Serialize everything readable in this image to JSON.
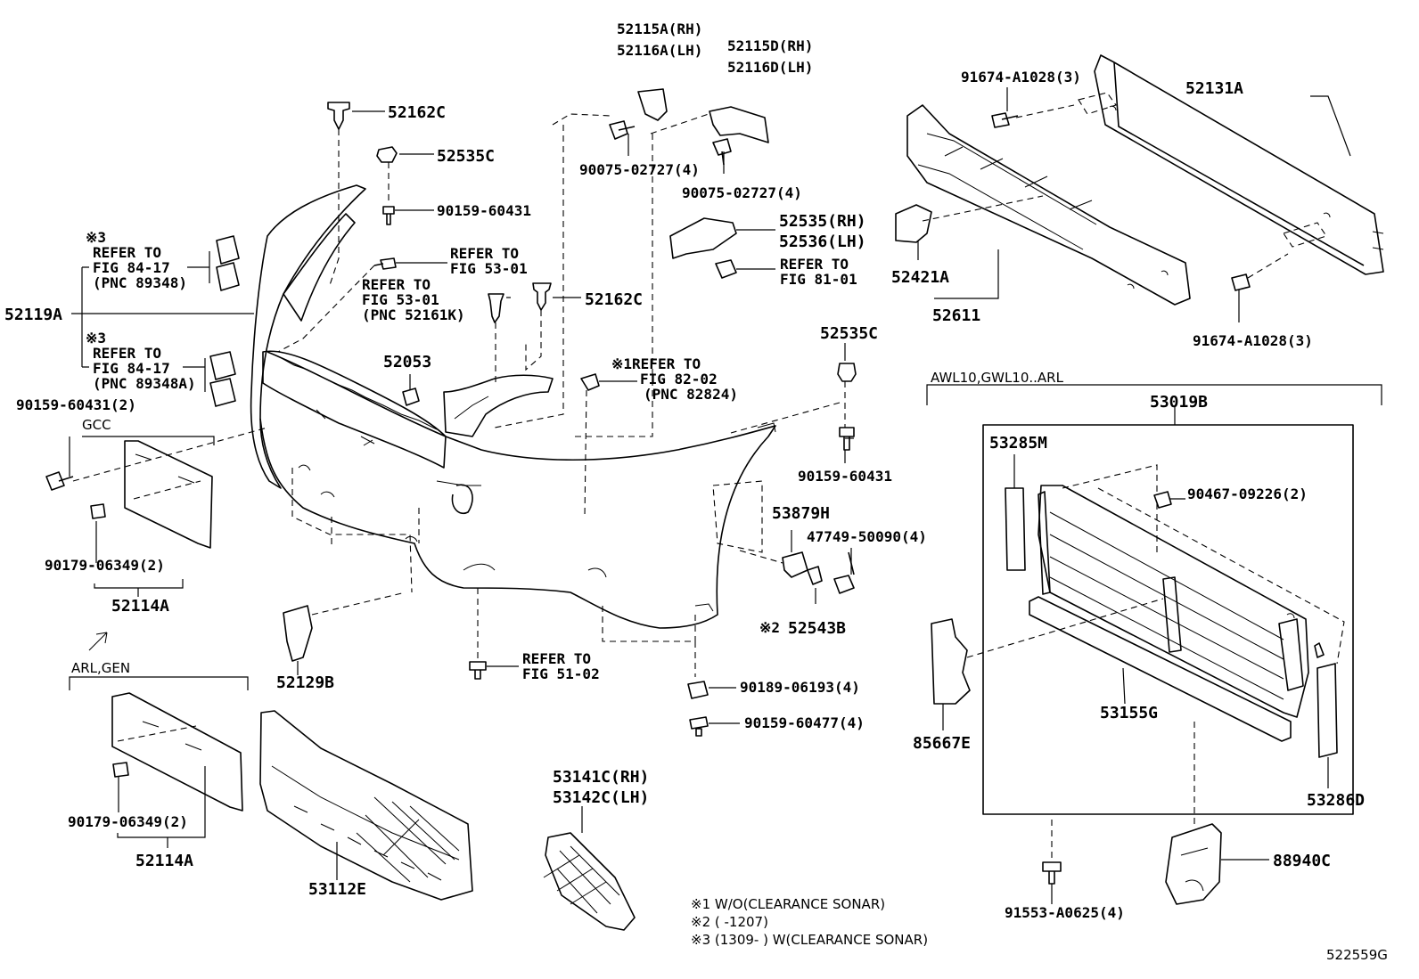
{
  "labels": {
    "p52115a": "52115A(RH)",
    "p52116a": "52116A(LH)",
    "p52115d": "52115D(RH)",
    "p52116d": "52116D(LH)",
    "p52162c_top": "52162C",
    "p52535c_top": "52535C",
    "p90159_top": "90159-60431",
    "p90075_a": "90075-02727(4)",
    "p90075_b": "90075-02727(4)",
    "p91674_top": "91674-A1028(3)",
    "p52131a": "52131A",
    "p52535_rh": "52535(RH)",
    "p52536_lh": "52536(LH)",
    "ref_81_l1": "REFER TO",
    "ref_81_l2": "FIG 81-01",
    "p52421a": "52421A",
    "p52611": "52611",
    "p91674_bot": "91674-A1028(3)",
    "note3_a": "※3",
    "ref_84a_l1": "REFER TO",
    "ref_84a_l2": "FIG 84-17",
    "ref_84a_l3": "(PNC 89348)",
    "p52119a": "52119A",
    "note3_b": "※3",
    "ref_84b_l1": "REFER TO",
    "ref_84b_l2": "FIG 84-17",
    "ref_84b_l3": "(PNC 89348A)",
    "ref_53a_l1": "REFER TO",
    "ref_53a_l2": "FIG 53-01",
    "ref_53b_l1": "REFER TO",
    "ref_53b_l2": "FIG 53-01",
    "ref_53b_l3": "(PNC 52161K)",
    "p52162c_mid": "52162C",
    "p52053": "52053",
    "ref_82_l1": "※1REFER TO",
    "ref_82_l2": "FIG 82-02",
    "ref_82_l3": "(PNC 82824)",
    "p52535c_mid": "52535C",
    "p90159_2": "90159-60431(2)",
    "gcc": "GCC",
    "p90159_mid": "90159-60431",
    "p53879h": "53879H",
    "p47749": "47749-50090(4)",
    "p90179_a": "90179-06349(2)",
    "p52114a_a": "52114A",
    "note2": "※2",
    "p52543b": "52543B",
    "awl_header": "AWL10,GWL10..ARL",
    "p53019b": "53019B",
    "p53285m": "53285M",
    "p90467": "90467-09226(2)",
    "arl_header": "ARL,GEN",
    "p52129b": "52129B",
    "ref_51_l1": "REFER TO",
    "ref_51_l2": "FIG 51-02",
    "p90189": "90189-06193(4)",
    "p90159_477": "90159-60477(4)",
    "p85667e": "85667E",
    "p53155g": "53155G",
    "p53286d": "53286D",
    "p90179_b": "90179-06349(2)",
    "p52114a_b": "52114A",
    "p53112e": "53112E",
    "p53141c": "53141C(RH)",
    "p53142c": "53142C(LH)",
    "p88940c": "88940C",
    "p91553": "91553-A0625(4)",
    "fn1": "※1 W/O(CLEARANCE SONAR)",
    "fn2": "※2 (       -1207)",
    "fn3": "※3 (1309-       ) W(CLEARANCE SONAR)",
    "diagram_id": "522559G"
  }
}
